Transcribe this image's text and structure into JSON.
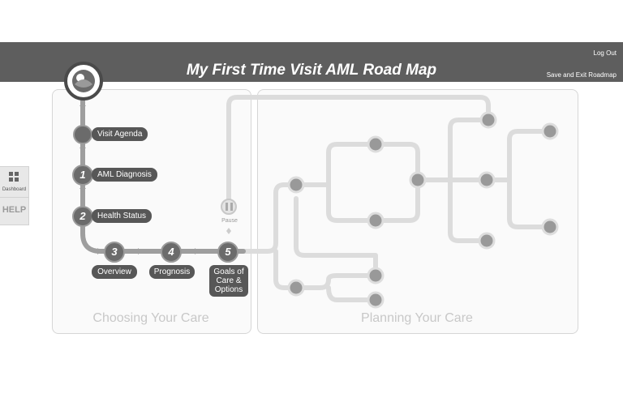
{
  "header": {
    "title": "My First Time Visit AML Road Map",
    "logout": "Log Out",
    "save_exit": "Save and Exit Roadmap"
  },
  "sidebar": {
    "dashboard_label": "Dashboard",
    "help_label": "HELP"
  },
  "panels": {
    "choosing": "Choosing Your Care",
    "planning": "Planning Your Care"
  },
  "steps": {
    "visit_agenda": "Visit Agenda",
    "aml_diagnosis": {
      "num": "1",
      "label": "AML Diagnosis"
    },
    "health_status": {
      "num": "2",
      "label": "Health Status"
    },
    "overview": {
      "num": "3",
      "label": "Overview"
    },
    "prognosis": {
      "num": "4",
      "label": "Prognosis"
    },
    "goals": {
      "num": "5",
      "label_lines": [
        "Goals of",
        "Care &",
        "Options"
      ]
    }
  },
  "pause_label": "Pause",
  "colors": {
    "header": "#5e5e5e",
    "pill": "#575757",
    "track_dark": "#9e9e9e",
    "track_light": "#dcdcdc"
  }
}
